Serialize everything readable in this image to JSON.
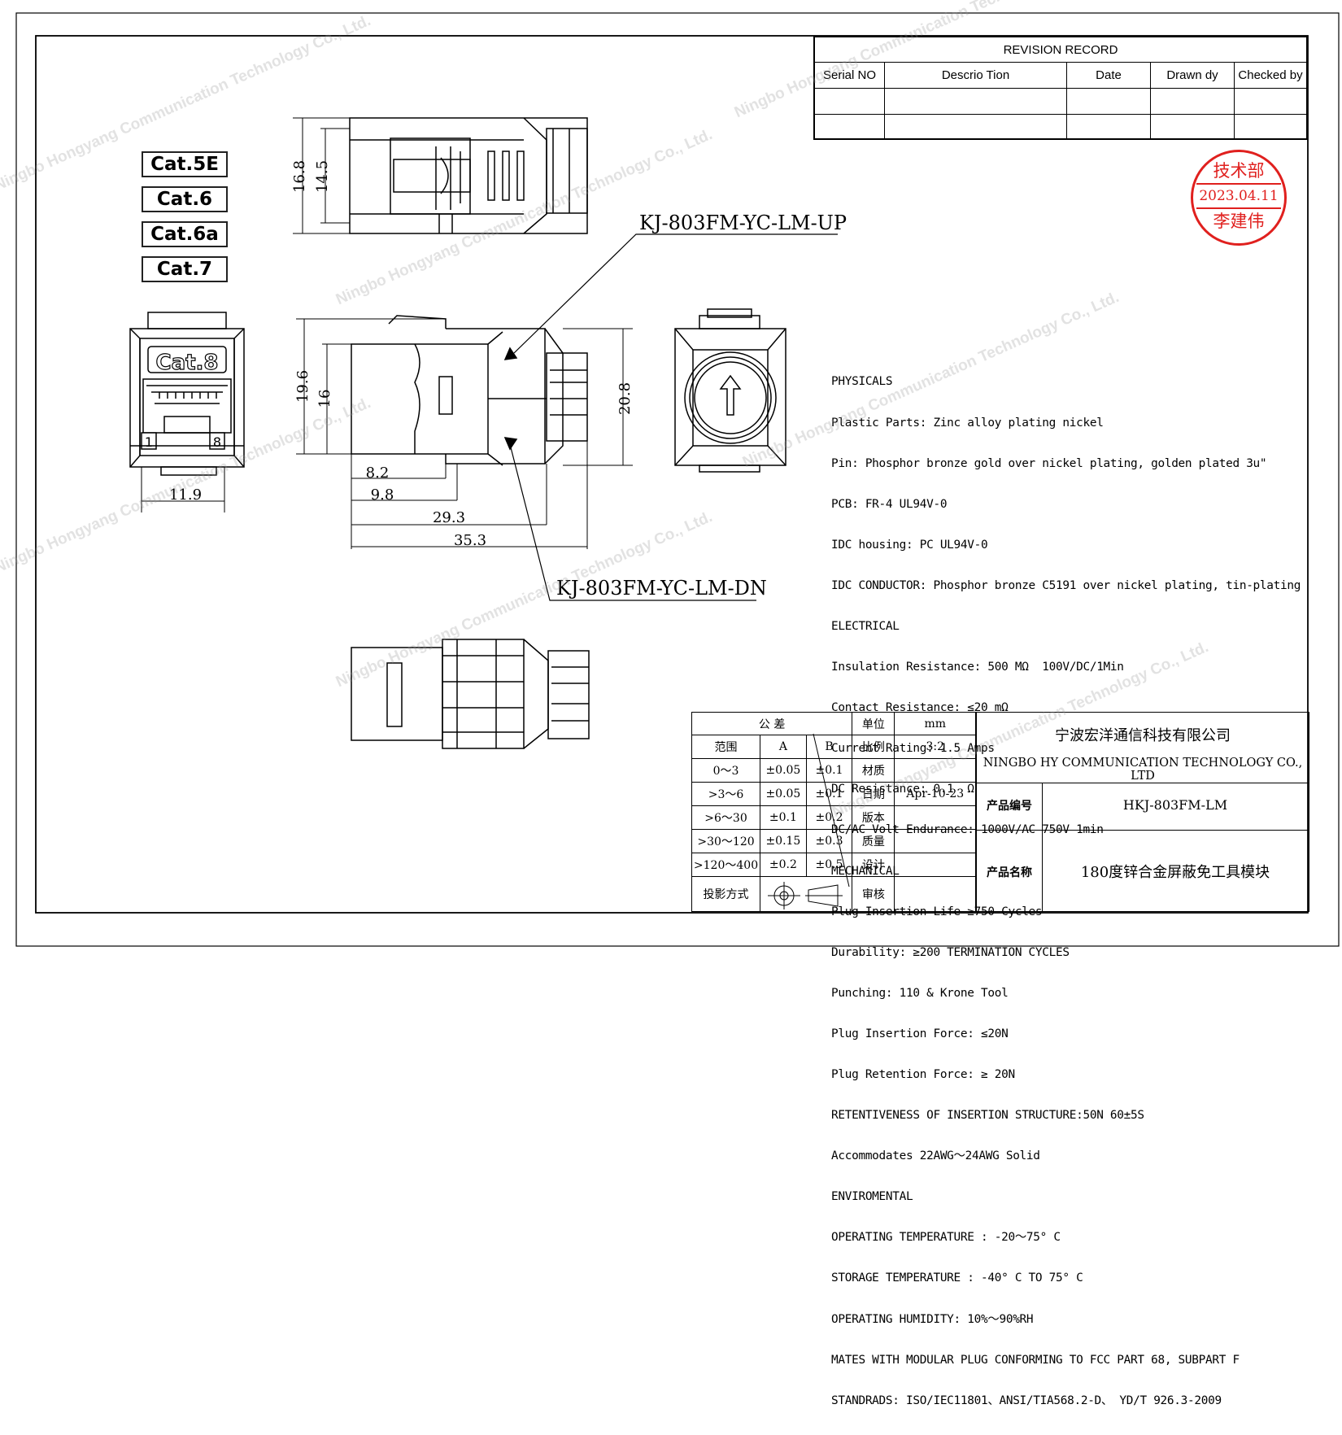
{
  "categories": [
    "Cat.5E",
    "Cat.6",
    "Cat.6a",
    "Cat.7"
  ],
  "front_label": "Cat.8",
  "pin_labels": [
    "1",
    "8"
  ],
  "part_numbers": {
    "up": "KJ-803FM-YC-LM-UP",
    "down": "KJ-803FM-YC-LM-DN"
  },
  "dimensions": {
    "top_outer": "16.8",
    "top_inner": "14.5",
    "side_outer": "19.6",
    "side_inner": "16",
    "front_height": "20.8",
    "d1": "8.2",
    "d2": "9.8",
    "d3": "29.3",
    "d4": "35.3",
    "front_width": "11.9"
  },
  "revision": {
    "title": "REVISION RECORD",
    "headers": [
      "Serial NO",
      "Descrio Tion",
      "Date",
      "Drawn dy",
      "Checked by"
    ]
  },
  "stamp": {
    "dept": "技术部",
    "date": "2023.04.11",
    "name": "李建伟",
    "color": "#e0201e"
  },
  "specs": [
    "PHYSICALS",
    "Plastic Parts: Zinc alloy plating nickel",
    "Pin: Phosphor bronze gold over nickel plating, golden plated 3u\"",
    "PCB: FR-4 UL94V-0",
    "IDC housing: PC UL94V-0",
    "IDC CONDUCTOR: Phosphor bronze C5191 over nickel plating, tin-plating",
    "ELECTRICAL",
    "Insulation Resistance: 500 MΩ  100V/DC/1Min",
    "Contact Resistance: ≤20 mΩ",
    "Current Rating: 1.5 Amps",
    "DC Resistance: 0.1  Ω",
    "DC/AC Volt Endurance: 1000V/AC 750V 1min",
    "MECHANICAL",
    "Plug Insertion Life ≥750 Cycles",
    "Durability: ≥200 TERMINATION CYCLES",
    "Punching: 110 & Krone Tool",
    "Plug Insertion Force: ≤20N",
    "Plug Retention Force: ≥ 20N",
    "RETENTIVENESS OF INSERTION STRUCTURE:50N 60±5S",
    "Accommodates 22AWG～24AWG Solid",
    "ENVIROMENTAL",
    "OPERATING TEMPERATURE : -20～75° C",
    "STORAGE TEMPERATURE : -40° C TO 75° C",
    "OPERATING HUMIDITY: 10%～90%RH",
    "MATES WITH MODULAR PLUG CONFORMING TO FCC PART 68, SUBPART F",
    "STANDRADS: ISO/IEC11801、ANSI/TIA568.2-D、 YD/T 926.3-2009"
  ],
  "tolerance": {
    "title": "公   差",
    "headers": [
      "范围",
      "A",
      "B"
    ],
    "rows": [
      [
        "0～3",
        "±0.05",
        "±0.1"
      ],
      [
        ">3～6",
        "±0.05",
        "±0.1"
      ],
      [
        ">6～30",
        "±0.1",
        "±0.2"
      ],
      [
        ">30～120",
        "±0.15",
        "±0.3"
      ],
      [
        ">120～400",
        "±0.2",
        "±0.5"
      ]
    ],
    "projection_label": "投影方式"
  },
  "info": {
    "labels": [
      "单位",
      "比例",
      "材质",
      "日期",
      "版本",
      "质量",
      "设计",
      "审核"
    ],
    "values": [
      "mm",
      "3:2",
      "",
      "Apr-10-23",
      "",
      "",
      "",
      ""
    ]
  },
  "company": {
    "name_cn": "宁波宏洋通信科技有限公司",
    "name_en": "NINGBO HY COMMUNICATION TECHNOLOGY CO., LTD",
    "code_label": "产品编号",
    "code": "HKJ-803FM-LM",
    "product_label": "产品名称",
    "product": "180度锌合金屏蔽免工具模块"
  },
  "watermark": "Ningbo Hongyang Communication Technology Co., Ltd."
}
